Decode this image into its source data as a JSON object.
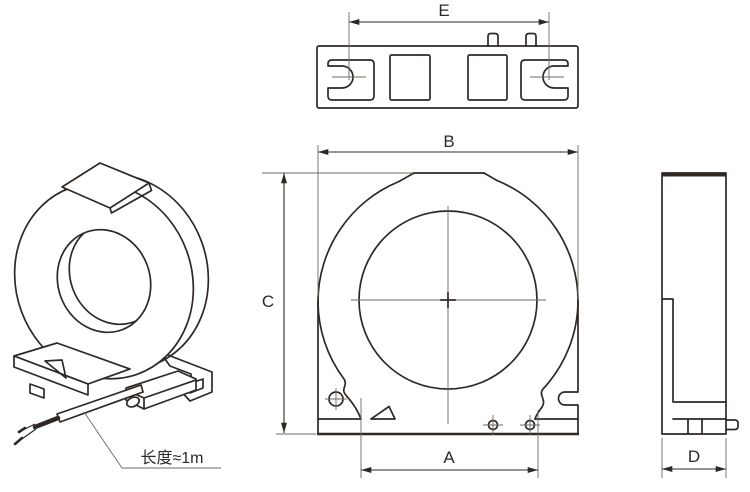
{
  "drawing": {
    "labels": {
      "top_width": "E",
      "front_width": "B",
      "front_height": "C",
      "base_width": "A",
      "side_width": "D"
    },
    "note": {
      "text": "长度≈1m"
    },
    "colors": {
      "line": "#2e2925",
      "thin_line": "#6f6962",
      "background": "#ffffff"
    }
  }
}
